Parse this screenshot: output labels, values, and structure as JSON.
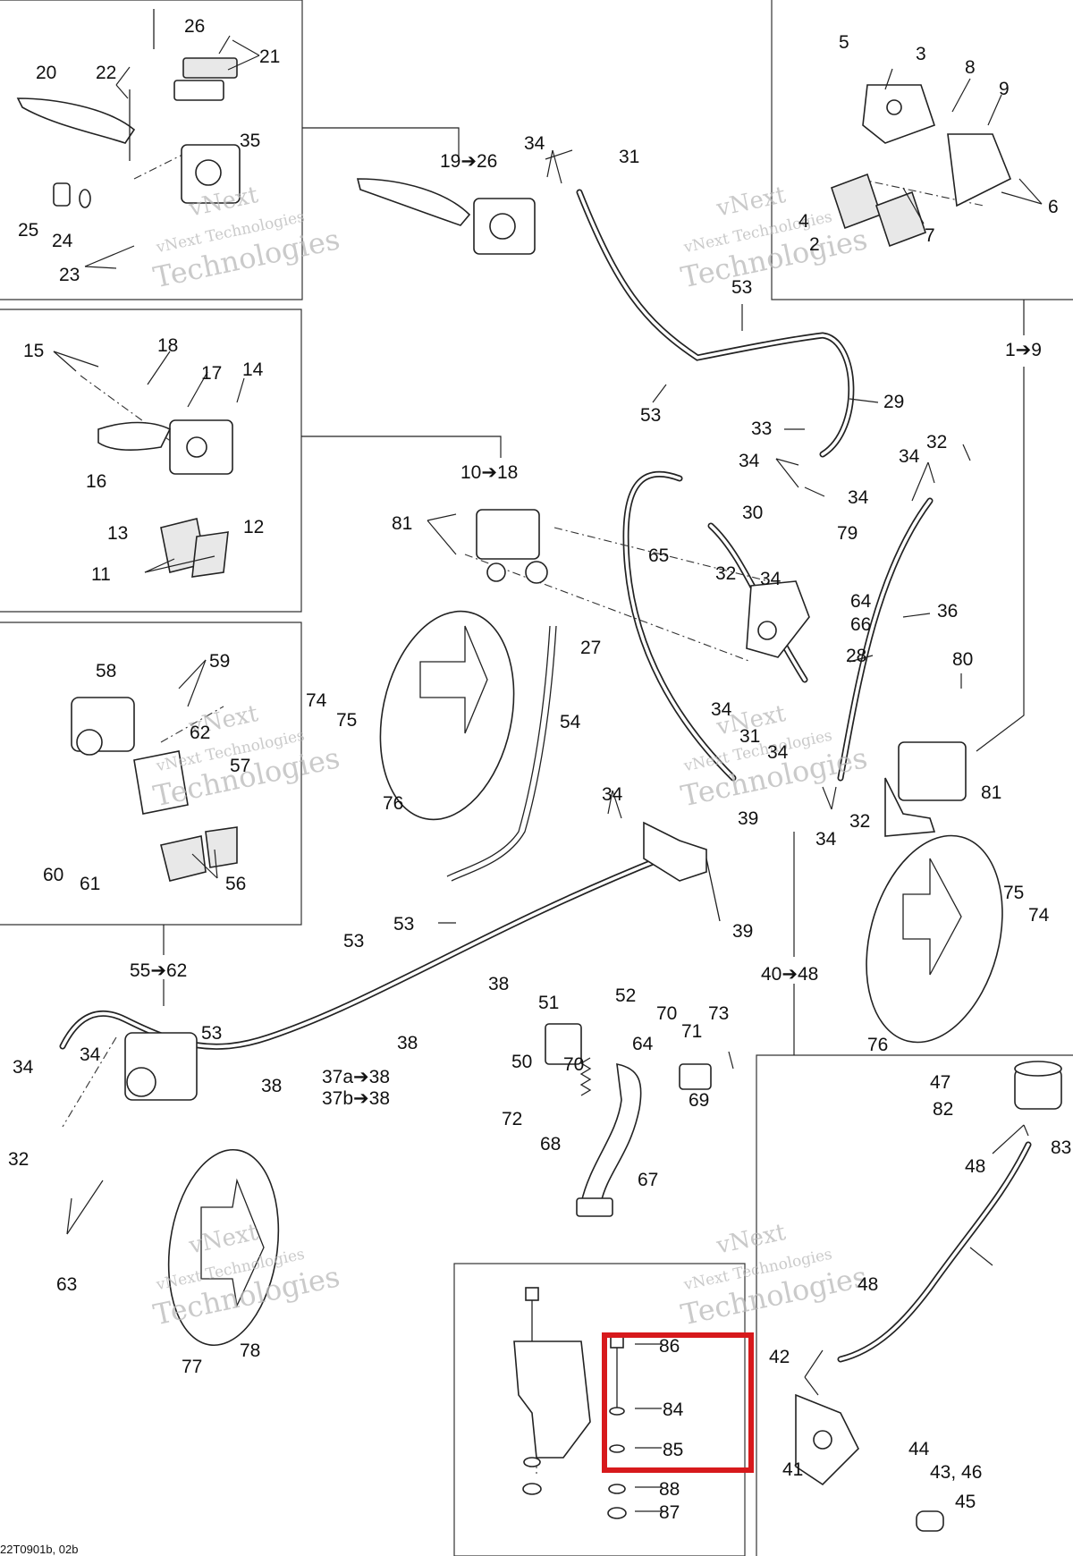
{
  "diagram": {
    "callouts": [
      "1➔9",
      "2",
      "3",
      "4",
      "5",
      "6",
      "7",
      "8",
      "9",
      "10➔18",
      "11",
      "12",
      "13",
      "14",
      "15",
      "16",
      "17",
      "18",
      "19➔26",
      "20",
      "21",
      "22",
      "23",
      "24",
      "25",
      "26",
      "27",
      "28",
      "29",
      "30",
      "31",
      "32",
      "33",
      "34",
      "35",
      "36",
      "37a➔38",
      "37b➔38",
      "38",
      "39",
      "40➔48",
      "41",
      "42",
      "43, 46",
      "44",
      "45",
      "47",
      "48",
      "50",
      "51",
      "52",
      "53",
      "54",
      "55➔62",
      "56",
      "57",
      "58",
      "59",
      "60",
      "61",
      "62",
      "63",
      "64",
      "65",
      "66",
      "67",
      "68",
      "69",
      "70",
      "71",
      "72",
      "73",
      "74",
      "75",
      "76",
      "77",
      "78",
      "79",
      "80",
      "81",
      "82",
      "83",
      "84",
      "85",
      "86",
      "87",
      "88"
    ],
    "watermark": {
      "line1": "vNext",
      "line2": "vNext Technologies",
      "line3": "Technologies"
    },
    "drawing_code": "22T0901b, 02b",
    "highlight_parts": [
      "84",
      "85",
      "86"
    ],
    "colors": {
      "highlight": "#d7191c",
      "line": "#222222",
      "watermark": "#b9b9b9"
    },
    "icons": [
      "oil-drop-icon",
      "arrow-right-icon"
    ]
  }
}
